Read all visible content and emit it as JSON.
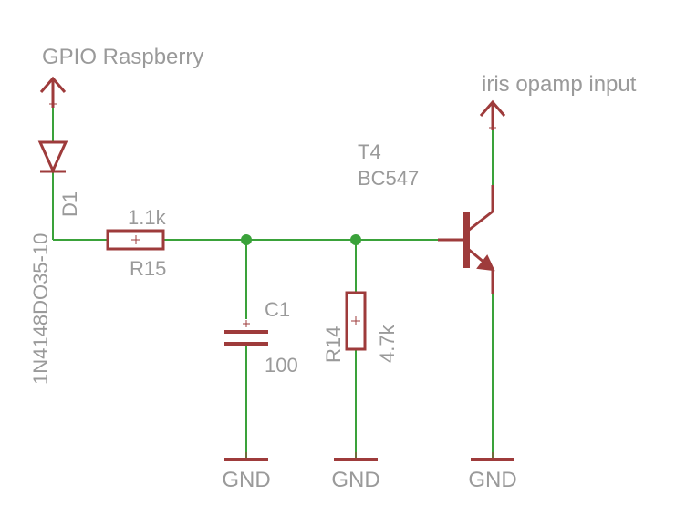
{
  "labels": {
    "gpio": "GPIO Raspberry",
    "iris": "iris opamp input",
    "gnd": "GND"
  },
  "components": {
    "d1": {
      "name": "D1",
      "value": "1N4148DO35-10"
    },
    "r15": {
      "name": "R15",
      "value": "1.1k"
    },
    "c1": {
      "name": "C1",
      "value": "100"
    },
    "r14": {
      "name": "R14",
      "value": "4.7k"
    },
    "t4": {
      "name": "T4",
      "value": "BC547"
    }
  },
  "colors": {
    "wire": "#3aa23a",
    "symbol": "#9e3b3b",
    "text": "#9a9a9a",
    "background": "#ffffff"
  }
}
